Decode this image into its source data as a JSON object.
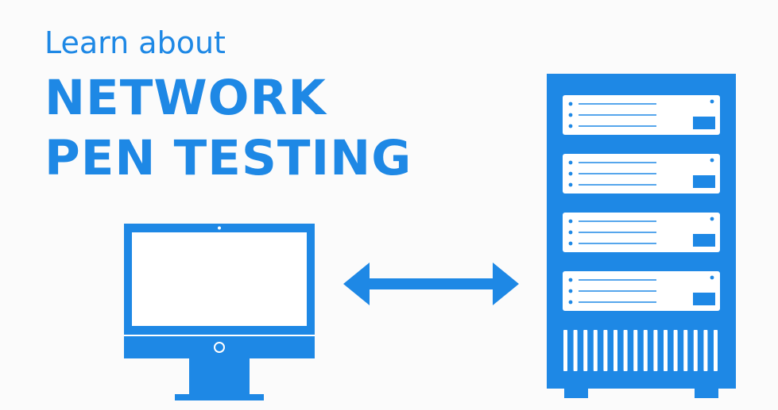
{
  "heading": {
    "subtitle": "Learn about",
    "title_line1": "NETWORK",
    "title_line2": "PEN TESTING"
  },
  "colors": {
    "accent": "#1e88e5",
    "background": "#fbfbfb",
    "foreground": "#ffffff"
  },
  "icons": {
    "computer": "desktop-monitor-icon",
    "connection": "double-arrow-icon",
    "server": "server-rack-icon"
  }
}
